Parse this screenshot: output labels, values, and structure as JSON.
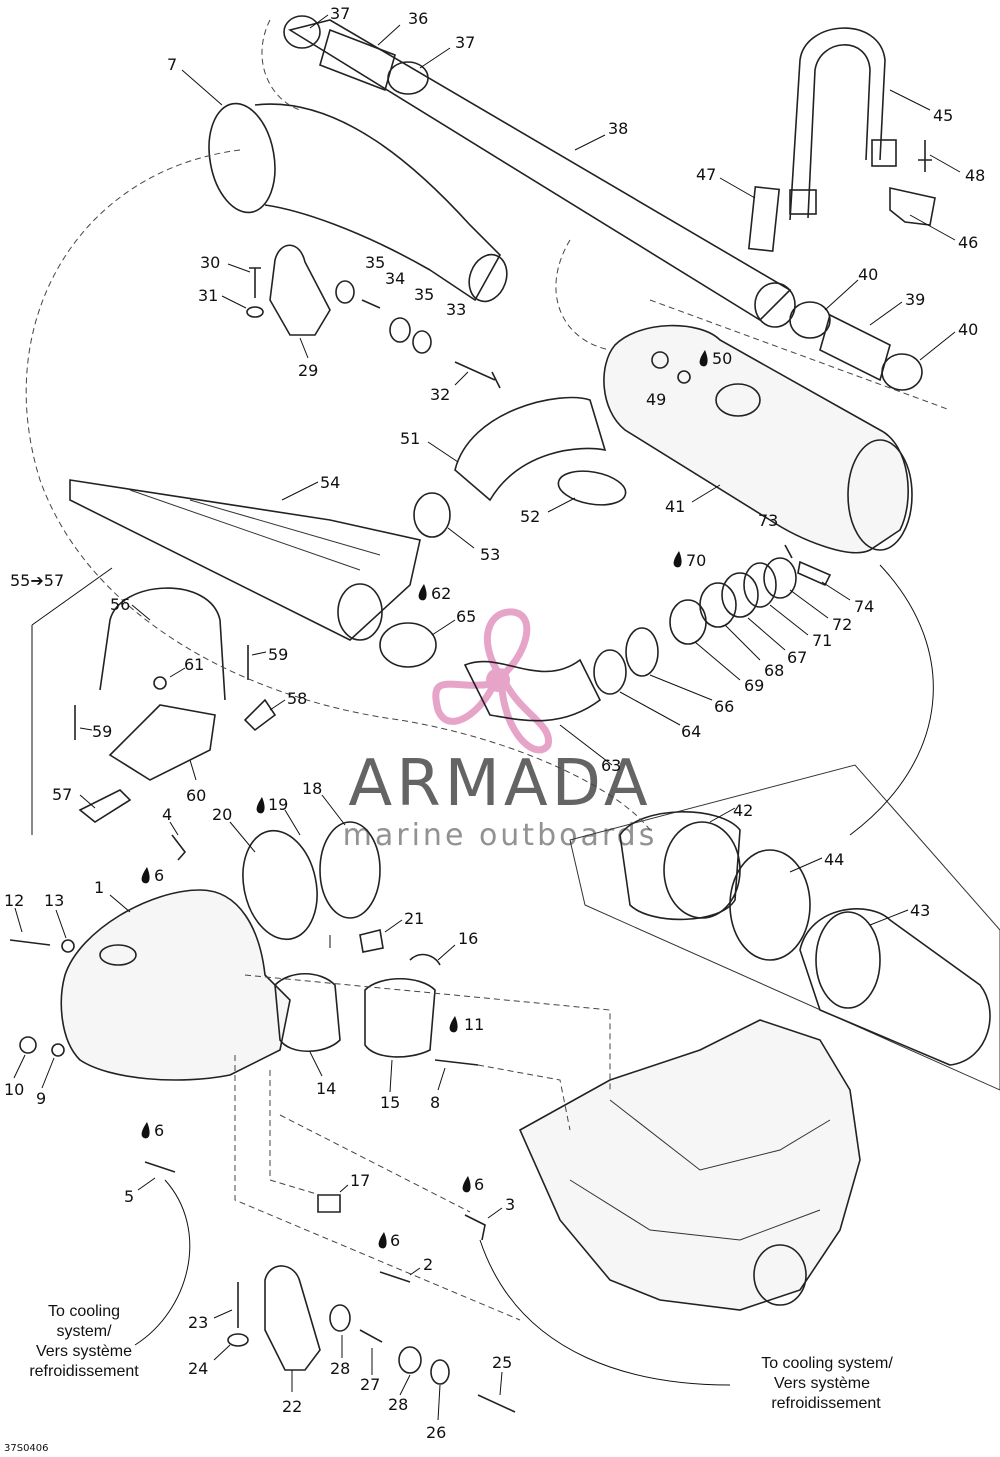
{
  "watermark": {
    "title": "ARMADA",
    "subtitle": "marine outboards",
    "accent_color": "#e6a4c8"
  },
  "drawing_code": "37S0406",
  "notes": {
    "left": [
      "To cooling",
      "system/",
      "Vers système",
      "refroidissement"
    ],
    "right": [
      "To cooling system/",
      "Vers système",
      "refroidissement"
    ]
  },
  "callouts": [
    {
      "id": "c37a",
      "label": "37"
    },
    {
      "id": "c36",
      "label": "36"
    },
    {
      "id": "c37b",
      "label": "37"
    },
    {
      "id": "c7",
      "label": "7"
    },
    {
      "id": "c38",
      "label": "38"
    },
    {
      "id": "c45",
      "label": "45"
    },
    {
      "id": "c47",
      "label": "47"
    },
    {
      "id": "c48",
      "label": "48"
    },
    {
      "id": "c46",
      "label": "46"
    },
    {
      "id": "c30",
      "label": "30"
    },
    {
      "id": "c35a",
      "label": "35"
    },
    {
      "id": "c34",
      "label": "34"
    },
    {
      "id": "c31",
      "label": "31"
    },
    {
      "id": "c35b",
      "label": "35"
    },
    {
      "id": "c33",
      "label": "33"
    },
    {
      "id": "c40a",
      "label": "40"
    },
    {
      "id": "c39",
      "label": "39"
    },
    {
      "id": "c40b",
      "label": "40"
    },
    {
      "id": "c29",
      "label": "29"
    },
    {
      "id": "c50",
      "label": "50"
    },
    {
      "id": "c49",
      "label": "49"
    },
    {
      "id": "c32",
      "label": "32"
    },
    {
      "id": "c51",
      "label": "51"
    },
    {
      "id": "c54",
      "label": "54"
    },
    {
      "id": "c52",
      "label": "52"
    },
    {
      "id": "c41",
      "label": "41"
    },
    {
      "id": "c73",
      "label": "73"
    },
    {
      "id": "c53",
      "label": "53"
    },
    {
      "id": "c70",
      "label": "70"
    },
    {
      "id": "c5557",
      "label": "55➔57"
    },
    {
      "id": "c56",
      "label": "56"
    },
    {
      "id": "c62",
      "label": "62"
    },
    {
      "id": "c74",
      "label": "74"
    },
    {
      "id": "c72",
      "label": "72"
    },
    {
      "id": "c65",
      "label": "65"
    },
    {
      "id": "c71",
      "label": "71"
    },
    {
      "id": "c67",
      "label": "67"
    },
    {
      "id": "c61",
      "label": "61"
    },
    {
      "id": "c59a",
      "label": "59"
    },
    {
      "id": "c68",
      "label": "68"
    },
    {
      "id": "c58",
      "label": "58"
    },
    {
      "id": "c69",
      "label": "69"
    },
    {
      "id": "c66",
      "label": "66"
    },
    {
      "id": "c59b",
      "label": "59"
    },
    {
      "id": "c64",
      "label": "64"
    },
    {
      "id": "c63",
      "label": "63"
    },
    {
      "id": "c57",
      "label": "57"
    },
    {
      "id": "c60",
      "label": "60"
    },
    {
      "id": "c42",
      "label": "42"
    },
    {
      "id": "c18",
      "label": "18"
    },
    {
      "id": "c4",
      "label": "4"
    },
    {
      "id": "c20",
      "label": "20"
    },
    {
      "id": "c19",
      "label": "19"
    },
    {
      "id": "c44",
      "label": "44"
    },
    {
      "id": "c6a",
      "label": "6"
    },
    {
      "id": "c1",
      "label": "1"
    },
    {
      "id": "c43",
      "label": "43"
    },
    {
      "id": "c12",
      "label": "12"
    },
    {
      "id": "c13",
      "label": "13"
    },
    {
      "id": "c21",
      "label": "21"
    },
    {
      "id": "c16",
      "label": "16"
    },
    {
      "id": "c11",
      "label": "11"
    },
    {
      "id": "c10",
      "label": "10"
    },
    {
      "id": "c9",
      "label": "9"
    },
    {
      "id": "c14",
      "label": "14"
    },
    {
      "id": "c15",
      "label": "15"
    },
    {
      "id": "c8",
      "label": "8"
    },
    {
      "id": "c6b",
      "label": "6"
    },
    {
      "id": "c17",
      "label": "17"
    },
    {
      "id": "c5",
      "label": "5"
    },
    {
      "id": "c6c",
      "label": "6"
    },
    {
      "id": "c3",
      "label": "3"
    },
    {
      "id": "c6d",
      "label": "6"
    },
    {
      "id": "c2",
      "label": "2"
    },
    {
      "id": "c23",
      "label": "23"
    },
    {
      "id": "c25",
      "label": "25"
    },
    {
      "id": "c24",
      "label": "24"
    },
    {
      "id": "c28a",
      "label": "28"
    },
    {
      "id": "c27",
      "label": "27"
    },
    {
      "id": "c28b",
      "label": "28"
    },
    {
      "id": "c22",
      "label": "22"
    },
    {
      "id": "c26",
      "label": "26"
    }
  ]
}
